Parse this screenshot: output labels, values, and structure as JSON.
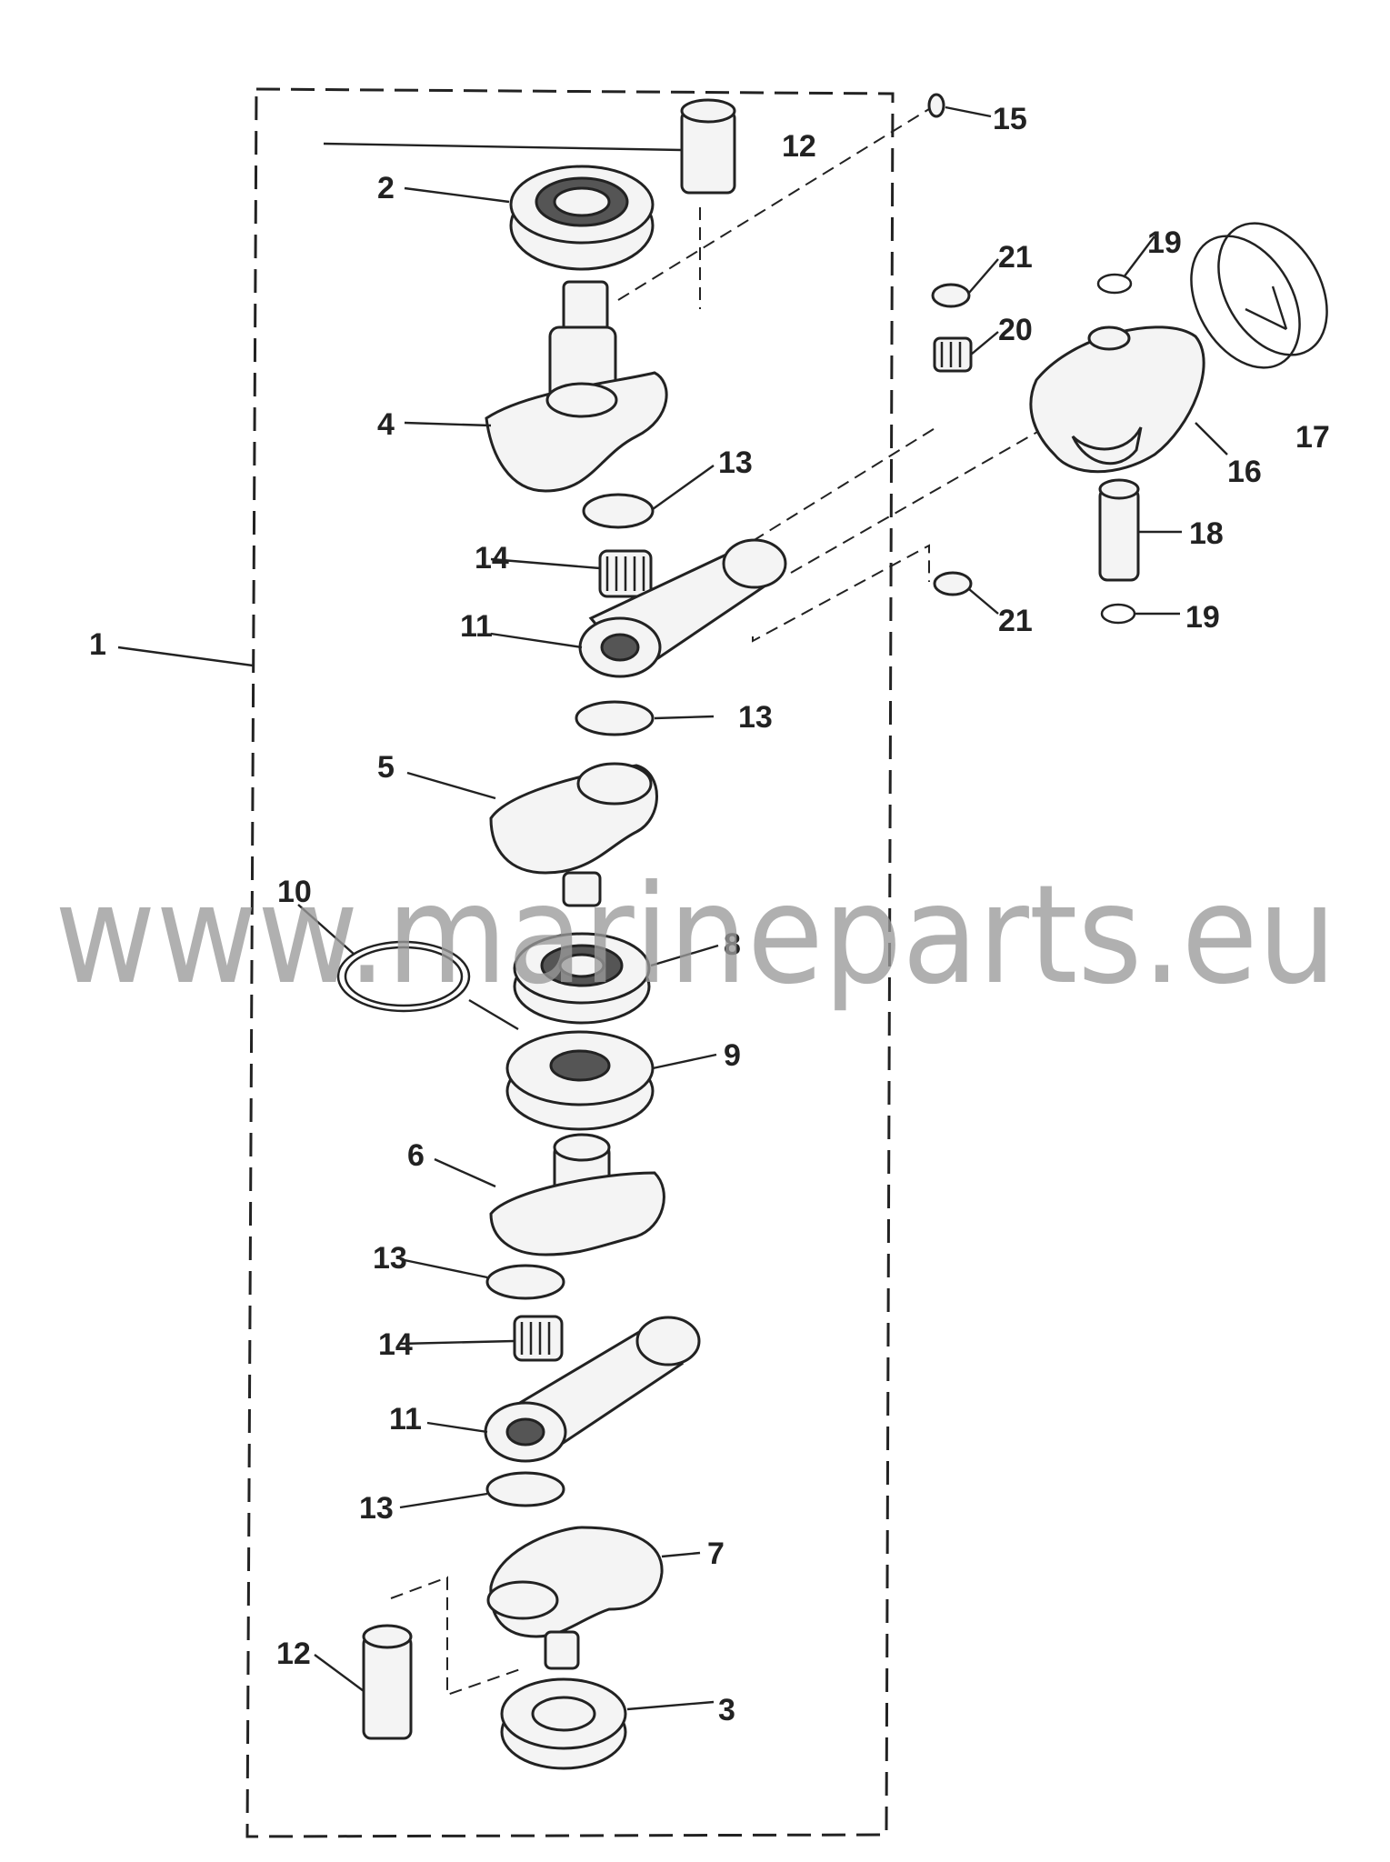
{
  "watermark": "www.marineparts.eu",
  "callouts": {
    "c1": "1",
    "c2": "2",
    "c3": "3",
    "c4": "4",
    "c5": "5",
    "c6": "6",
    "c7": "7",
    "c8": "8",
    "c9": "9",
    "c10": "10",
    "c11a": "11",
    "c11b": "11",
    "c12a": "12",
    "c12b": "12",
    "c13a": "13",
    "c13b": "13",
    "c13c": "13",
    "c13d": "13",
    "c14a": "14",
    "c14b": "14",
    "c15": "15",
    "c16": "16",
    "c17": "17",
    "c18": "18",
    "c19a": "19",
    "c19b": "19",
    "c20": "20",
    "c21a": "21",
    "c21b": "21"
  }
}
